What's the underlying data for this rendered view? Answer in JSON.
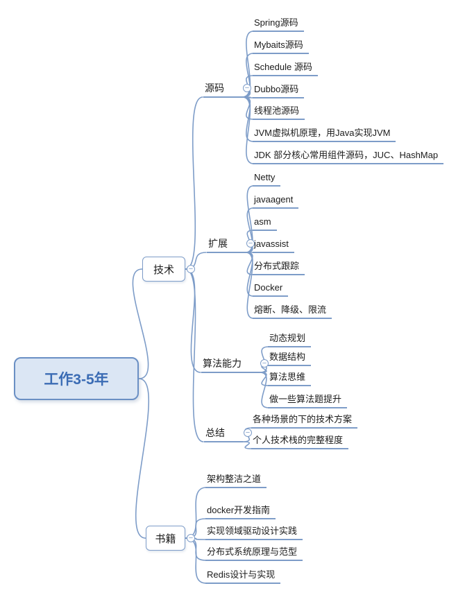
{
  "colors": {
    "line": "#7d9cc8",
    "node_border": "#7d9cc8",
    "root_fill": "#dbe6f4",
    "root_border": "#6a8fc4",
    "root_text": "#3b6cb4",
    "text": "#1a1a1a"
  },
  "icons": {
    "collapse": "−"
  },
  "root": {
    "label": "工作3-5年"
  },
  "tech": {
    "label": "技术",
    "groups": [
      {
        "label": "源码",
        "leaves": [
          "Spring源码",
          "Mybaits源码",
          "Schedule 源码",
          "Dubbo源码",
          "线程池源码",
          "JVM虚拟机原理，用Java实现JVM",
          "JDK 部分核心常用组件源码，JUC、HashMap"
        ]
      },
      {
        "label": "扩展",
        "leaves": [
          "Netty",
          "javaagent",
          "asm",
          "javassist",
          "分布式跟踪",
          "Docker",
          "熔断、降级、限流"
        ]
      },
      {
        "label": "算法能力",
        "leaves": [
          "动态规划",
          "数据结构",
          "算法思维",
          "做一些算法题提升"
        ]
      },
      {
        "label": "总结",
        "leaves": [
          "各种场景的下的技术方案",
          "个人技术栈的完整程度"
        ]
      }
    ]
  },
  "books": {
    "label": "书籍",
    "leaves": [
      "架构整洁之道",
      "docker开发指南",
      "实现领域驱动设计实践",
      "分布式系统原理与范型",
      "Redis设计与实现"
    ]
  }
}
